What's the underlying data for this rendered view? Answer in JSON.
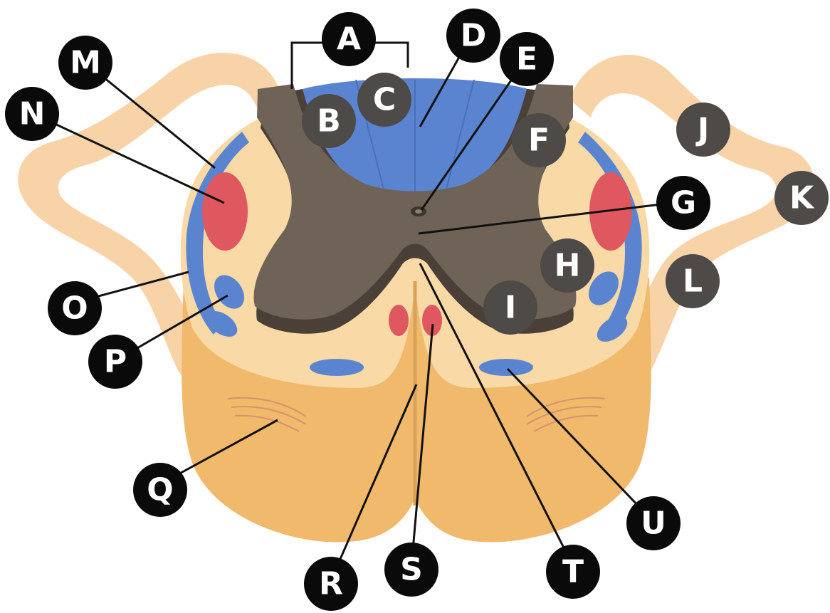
{
  "labels": {
    "A": "A",
    "B": "B",
    "C": "C",
    "D": "D",
    "E": "E",
    "F": "F",
    "G": "G",
    "H": "H",
    "I": "I",
    "J": "J",
    "K": "K",
    "L": "L",
    "M": "M",
    "N": "N",
    "O": "O",
    "P": "P",
    "Q": "Q",
    "R": "R",
    "S": "S",
    "T": "T",
    "U": "U"
  },
  "colors": {
    "nerve_root": "#f8d3a8",
    "white_matter_light": "#f9d9a6",
    "white_matter_dark": "#f1b96c",
    "gray_matter": "#6e6356",
    "gray_matter_shadow": "#4a4038",
    "tract_blue": "#5b84d0",
    "tract_red": "#e0585f",
    "dark_marker": "#4d4a47",
    "black_marker": "#0a0a0a"
  }
}
